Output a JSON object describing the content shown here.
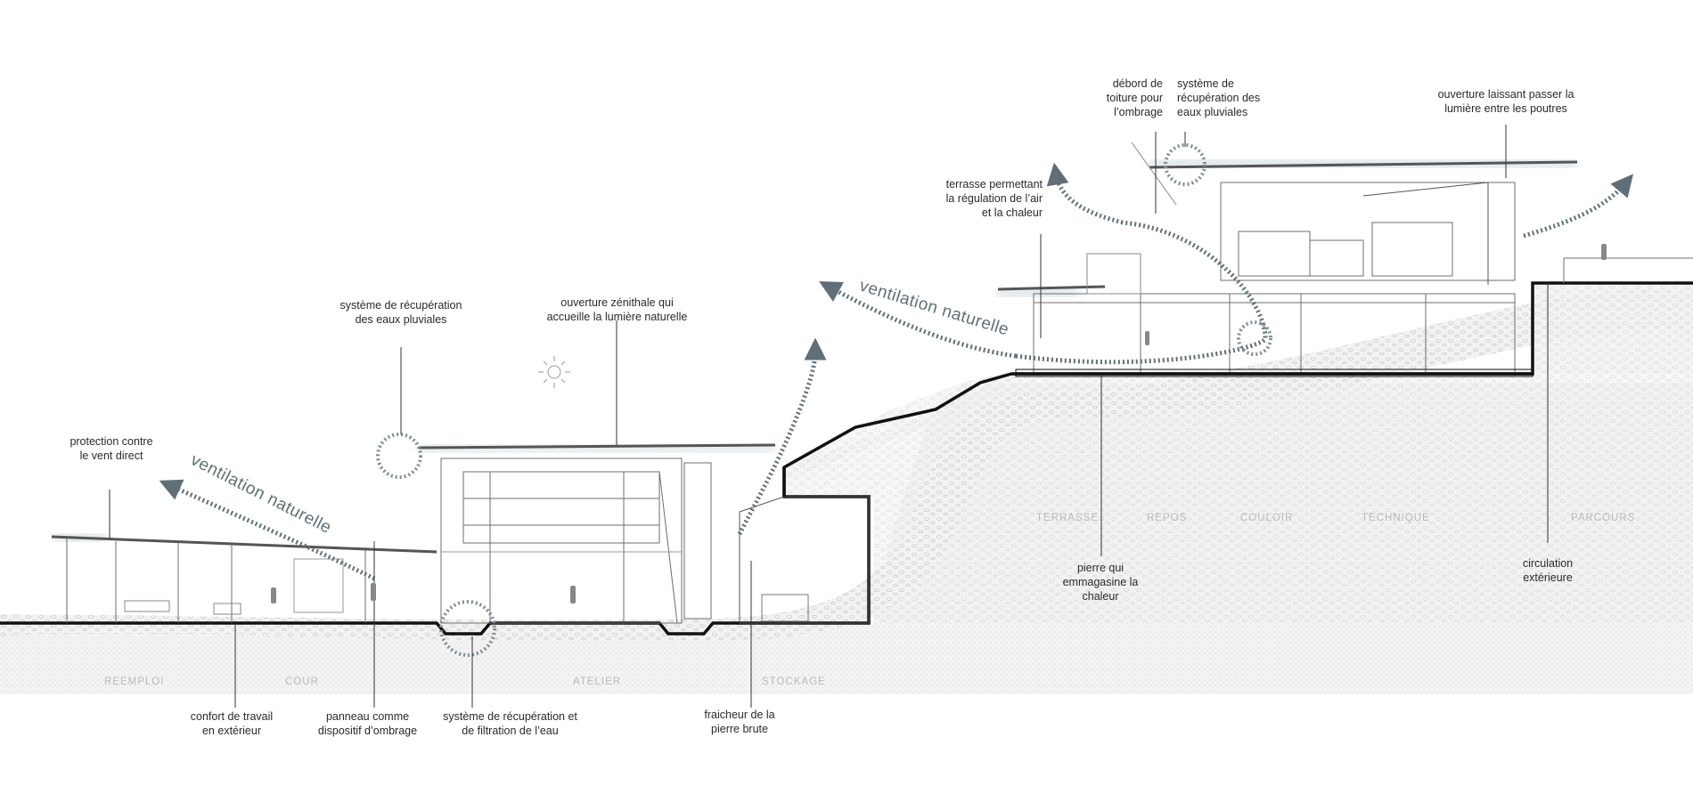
{
  "annotations": {
    "protection_vent": "protection contre\nle vent direct",
    "recup_eaux_left": "système de récupération\ndes eaux pluviales",
    "ouverture_zenithale": "ouverture zénithale qui\naccueille la lumière naturelle",
    "terrasse_regulation": "terrasse permettant\nla régulation de l’air\net la chaleur",
    "debord_toiture": "débord de\ntoiture pour\nl’ombrage",
    "recup_eaux_right": "système de\nrécupération des\neaux pluviales",
    "ouverture_poutres": "ouverture laissant passer la\nlumière entre les poutres",
    "confort_travail": "confort de travail\nen extérieur",
    "panneau_ombrage": "panneau comme\ndispositif d’ombrage",
    "recup_filtration": "système de récupération et\nde filtration de l’eau",
    "fraicheur_pierre": "fraicheur de la\npierre brute",
    "pierre_chaleur": "pierre qui\nemmagasine la\nchaleur",
    "circulation_ext": "circulation\nextérieure"
  },
  "ventilation_labels": [
    "ventilation naturelle",
    "ventilation naturelle"
  ],
  "zones": {
    "reemploi": "REEMPLOI",
    "cour": "COUR",
    "atelier": "ATELIER",
    "stockage": "STOCKAGE",
    "terrasse": "TERRASSE",
    "repos": "REPOS",
    "couloir": "COULOIR",
    "technique": "TECHNIQUE",
    "parcours": "PARCOURS"
  },
  "colors": {
    "arrow": "#5f6f78",
    "glow": "#c9d6dd",
    "ground_line": "#111111",
    "soil": "#e7e7e7",
    "structure": "#6d6d6d"
  }
}
